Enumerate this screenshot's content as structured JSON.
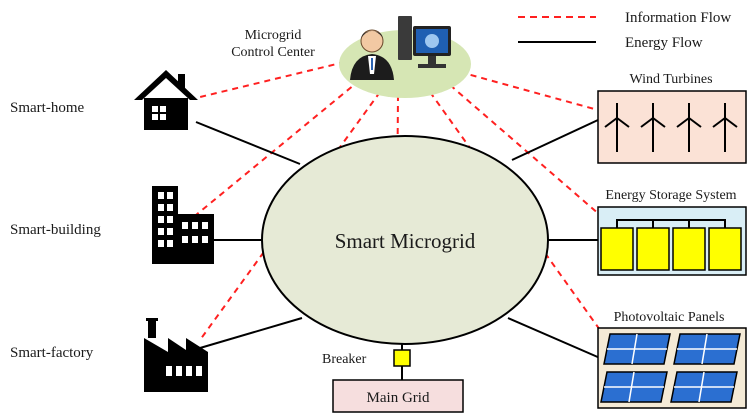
{
  "legend": {
    "information_flow": "Information Flow",
    "energy_flow": "Energy Flow"
  },
  "control_center": {
    "line1": "Microgrid",
    "line2": "Control Center"
  },
  "hub": {
    "label": "Smart Microgrid"
  },
  "consumers": {
    "home": "Smart-home",
    "building": "Smart-building",
    "factory": "Smart-factory"
  },
  "sources": {
    "wind": "Wind Turbines",
    "storage": "Energy Storage System",
    "pv": "Photovoltaic Panels"
  },
  "grid": {
    "breaker": "Breaker",
    "main": "Main Grid"
  },
  "colors": {
    "info_flow": "#ff2020",
    "energy_flow": "#000000",
    "hub_fill": "#e6ead6",
    "wind_box": "#fbe2d6",
    "storage_box": "#d9eef6",
    "pv_box": "#f4ead6",
    "battery": "#ffff00",
    "main_grid_box": "#f6dede",
    "pv_cell": "#2b6fd1"
  }
}
